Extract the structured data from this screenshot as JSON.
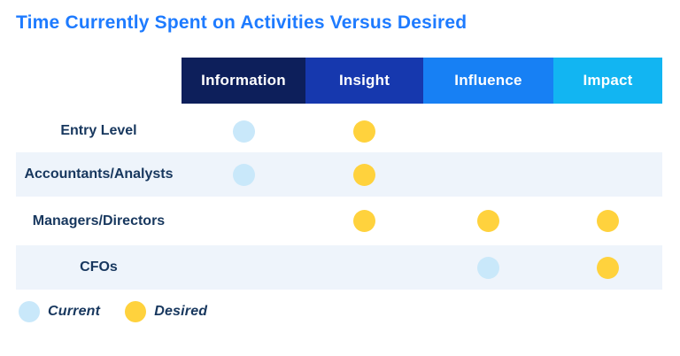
{
  "title": "Time Currently Spent on Activities Versus Desired",
  "colors": {
    "title": "#1E7BFF",
    "label_text": "#17375E",
    "row_band": "#EEF4FB",
    "header_text": "#FFFFFF",
    "current_dot": "#C9E8FA",
    "desired_dot": "#FFD23D"
  },
  "columns": [
    {
      "label": "Information",
      "color": "#0D1F5B"
    },
    {
      "label": "Insight",
      "color": "#1638AE"
    },
    {
      "label": "Influence",
      "color": "#1780F4"
    },
    {
      "label": "Impact",
      "color": "#12B5F2"
    }
  ],
  "rows": [
    {
      "label": "Entry Level",
      "shaded": false,
      "dots": [
        "current",
        "desired",
        null,
        null
      ]
    },
    {
      "label": "Accountants/Analysts",
      "shaded": true,
      "dots": [
        "current",
        "desired",
        null,
        null
      ]
    },
    {
      "label": "Managers/Directors",
      "shaded": false,
      "dots": [
        null,
        "desired",
        "desired",
        "desired"
      ]
    },
    {
      "label": "CFOs",
      "shaded": true,
      "dots": [
        null,
        null,
        "current",
        "desired"
      ]
    }
  ],
  "legend": [
    {
      "label": "Current",
      "type": "current"
    },
    {
      "label": "Desired",
      "type": "desired"
    }
  ],
  "chart_data": {
    "type": "heatmap",
    "title": "Time Currently Spent on Activities Versus Desired",
    "columns": [
      "Information",
      "Insight",
      "Influence",
      "Impact"
    ],
    "rows": [
      "Entry Level",
      "Accountants/Analysts",
      "Managers/Directors",
      "CFOs"
    ],
    "series": [
      {
        "name": "Current",
        "points": [
          {
            "row": "Entry Level",
            "column": "Information"
          },
          {
            "row": "Accountants/Analysts",
            "column": "Information"
          },
          {
            "row": "CFOs",
            "column": "Influence"
          }
        ]
      },
      {
        "name": "Desired",
        "points": [
          {
            "row": "Entry Level",
            "column": "Insight"
          },
          {
            "row": "Accountants/Analysts",
            "column": "Insight"
          },
          {
            "row": "Managers/Directors",
            "column": "Insight"
          },
          {
            "row": "Managers/Directors",
            "column": "Influence"
          },
          {
            "row": "Managers/Directors",
            "column": "Impact"
          },
          {
            "row": "CFOs",
            "column": "Impact"
          }
        ]
      }
    ],
    "legend_position": "bottom-left",
    "grid": false
  }
}
